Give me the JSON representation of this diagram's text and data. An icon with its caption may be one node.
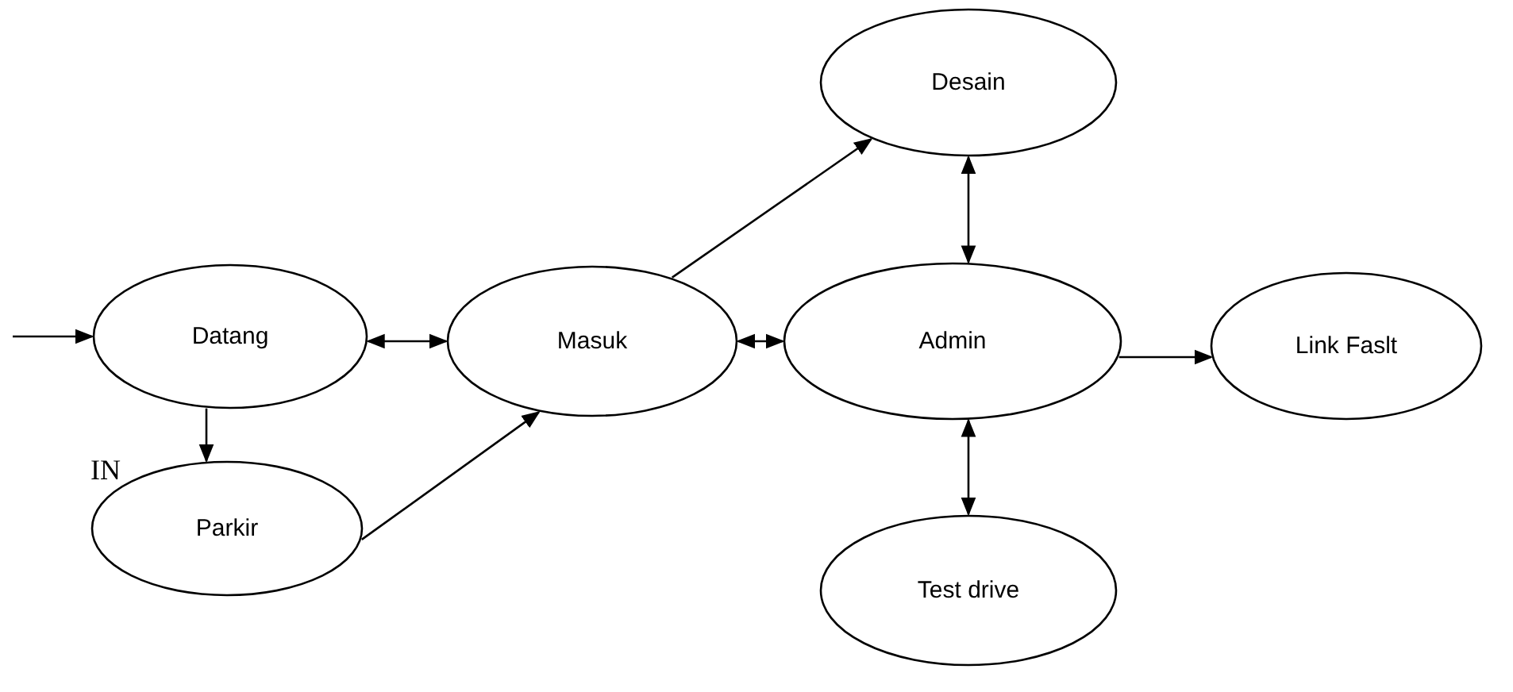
{
  "diagram": {
    "nodes": [
      {
        "text": [
          "Datang"
        ]
      },
      {
        "text": [
          "Masuk"
        ]
      },
      {
        "text": [
          "Desain"
        ]
      },
      {
        "text": [
          "Admin"
        ]
      },
      {
        "text": [
          "Link Faslt"
        ]
      },
      {
        "text": [
          "Parkir"
        ]
      },
      {
        "text": [
          "Test drive"
        ]
      }
    ],
    "edges": [
      {
        "from": null,
        "to": 0,
        "arrow": "to"
      },
      {
        "from": 0,
        "to": 1,
        "arrow": "both"
      },
      {
        "from": 0,
        "to": 5,
        "arrow": "to"
      },
      {
        "from": 5,
        "to": 1,
        "arrow": "to"
      },
      {
        "from": 1,
        "to": 2,
        "arrow": "to"
      },
      {
        "from": 1,
        "to": 3,
        "arrow": "both"
      },
      {
        "from": 2,
        "to": 3,
        "arrow": "both"
      },
      {
        "from": 3,
        "to": 4,
        "arrow": "to"
      },
      {
        "from": 3,
        "to": 6,
        "arrow": "both"
      }
    ],
    "labels": [
      "IN"
    ]
  }
}
